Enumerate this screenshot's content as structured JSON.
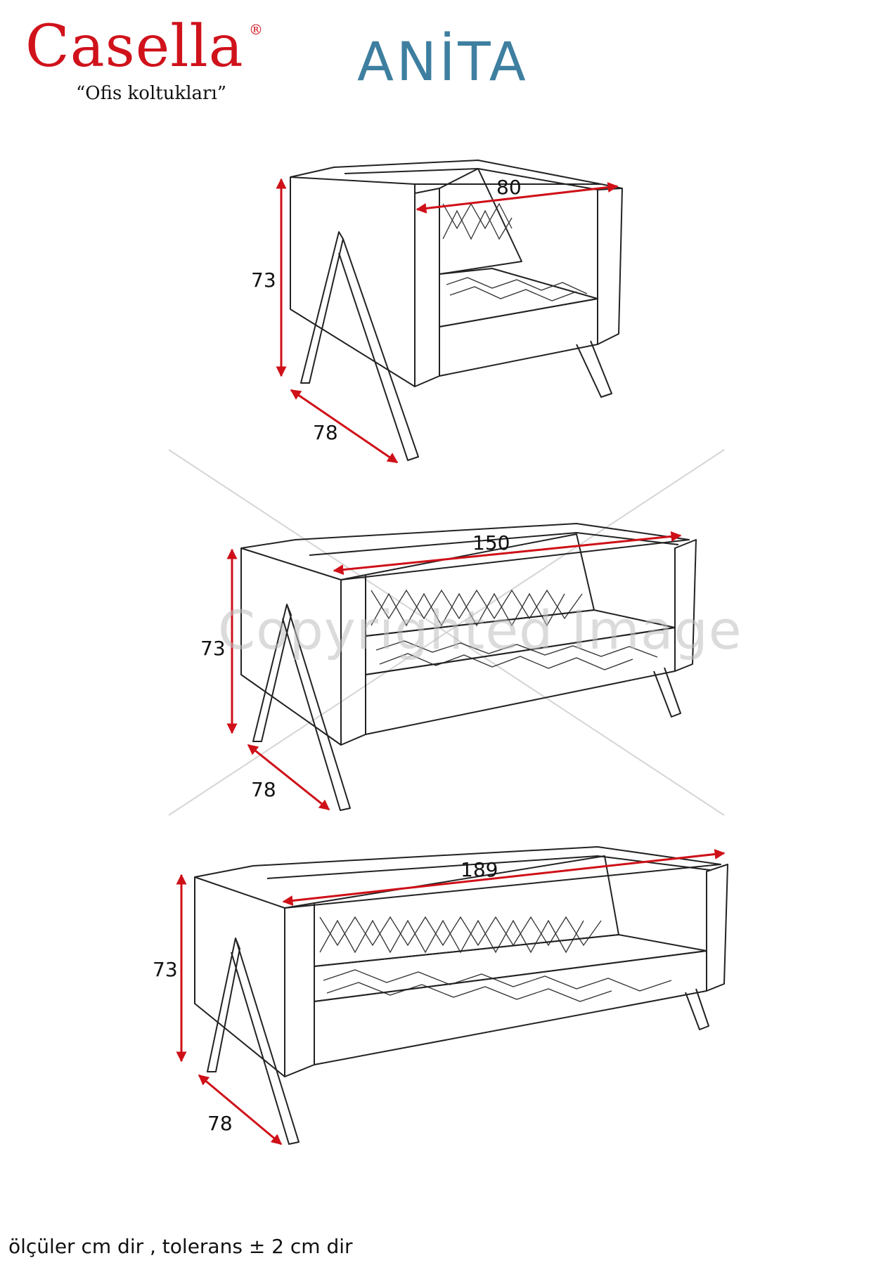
{
  "brand": {
    "name": "Casella",
    "registered_mark": "®",
    "tagline": "“Ofis koltukları”",
    "color": "#d0121b"
  },
  "product": {
    "title": "ANİTA",
    "color": "#3e7fa0"
  },
  "diagram": {
    "dimension_arrow_color": "#cf1018",
    "products": [
      {
        "type": "armchair",
        "width": "80",
        "height": "73",
        "depth": "78"
      },
      {
        "type": "two-seater sofa",
        "width": "150",
        "height": "73",
        "depth": "78"
      },
      {
        "type": "three-seater sofa",
        "width": "189",
        "height": "73",
        "depth": "78"
      }
    ]
  },
  "watermark": {
    "text": "Copyrighted Image"
  },
  "footer": {
    "note": "ölçüler cm dir , tolerans ± 2 cm dir"
  }
}
